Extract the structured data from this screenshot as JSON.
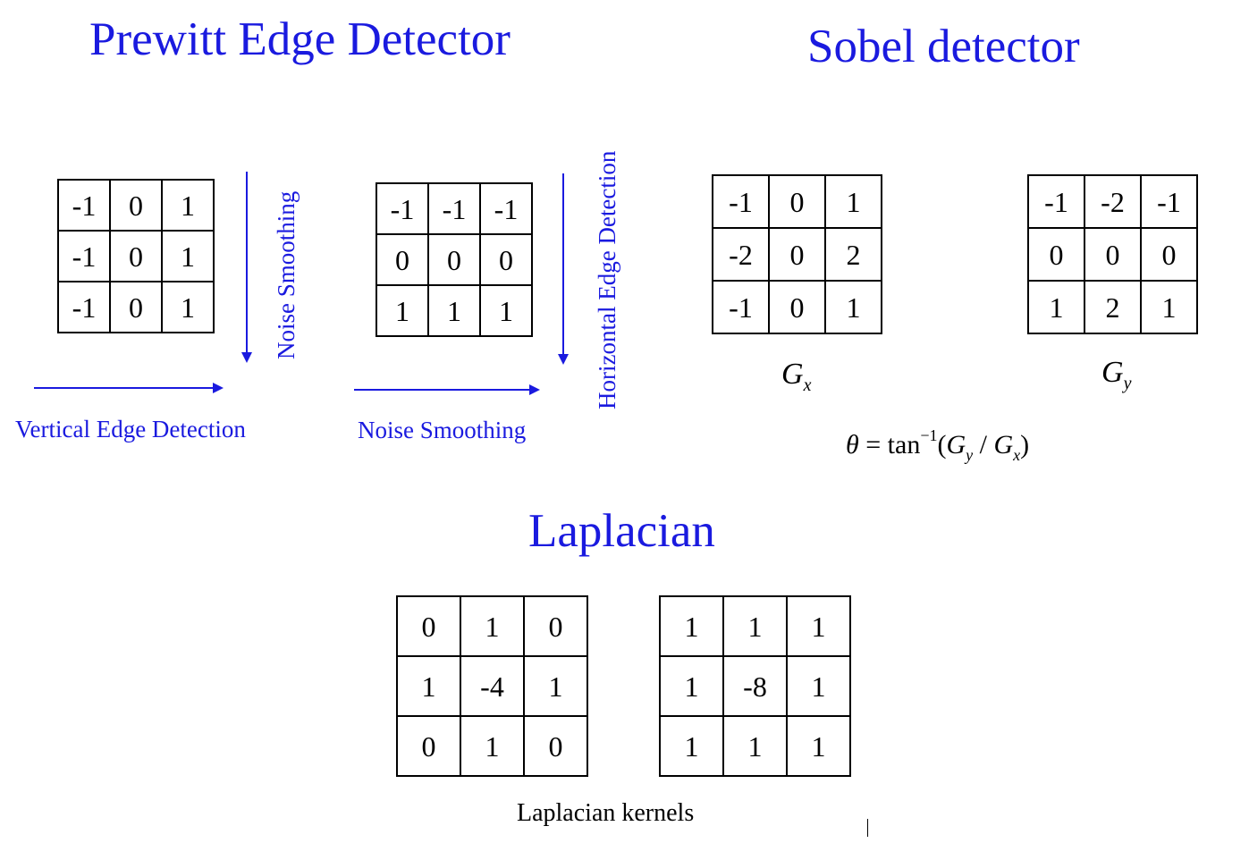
{
  "prewitt": {
    "title": "Prewitt Edge Detector",
    "kernel_x": [
      [
        "-1",
        "0",
        "1"
      ],
      [
        "-1",
        "0",
        "1"
      ],
      [
        "-1",
        "0",
        "1"
      ]
    ],
    "kernel_y": [
      [
        "-1",
        "-1",
        "-1"
      ],
      [
        "0",
        "0",
        "0"
      ],
      [
        "1",
        "1",
        "1"
      ]
    ],
    "label_vertical_edge": "Vertical Edge Detection",
    "label_noise_smoothing_1": "Noise Smoothing",
    "label_noise_smoothing_2": "Noise Smoothing",
    "label_horizontal_edge": "Horizontal Edge Detection"
  },
  "sobel": {
    "title": "Sobel detector",
    "gx": [
      [
        "-1",
        "0",
        "1"
      ],
      [
        "-2",
        "0",
        "2"
      ],
      [
        "-1",
        "0",
        "1"
      ]
    ],
    "gy": [
      [
        "-1",
        "-2",
        "-1"
      ],
      [
        "0",
        "0",
        "0"
      ],
      [
        "1",
        "2",
        "1"
      ]
    ],
    "gx_symbol": "G",
    "gx_sub": "x",
    "gy_symbol": "G",
    "gy_sub": "y",
    "formula": {
      "theta": "θ",
      "eq": " = tan",
      "sup": "−1",
      "open": "(",
      "G1": "G",
      "sub1": "y",
      "slash": " / ",
      "G2": "G",
      "sub2": "x",
      "close": ")"
    }
  },
  "laplacian": {
    "title": "Laplacian",
    "kernel_4": [
      [
        "0",
        "1",
        "0"
      ],
      [
        "1",
        "-4",
        "1"
      ],
      [
        "0",
        "1",
        "0"
      ]
    ],
    "kernel_8": [
      [
        "1",
        "1",
        "1"
      ],
      [
        "1",
        "-8",
        "1"
      ],
      [
        "1",
        "1",
        "1"
      ]
    ],
    "caption": "Laplacian kernels"
  },
  "colors": {
    "accent": "#1a1adf",
    "ink": "#000000"
  }
}
